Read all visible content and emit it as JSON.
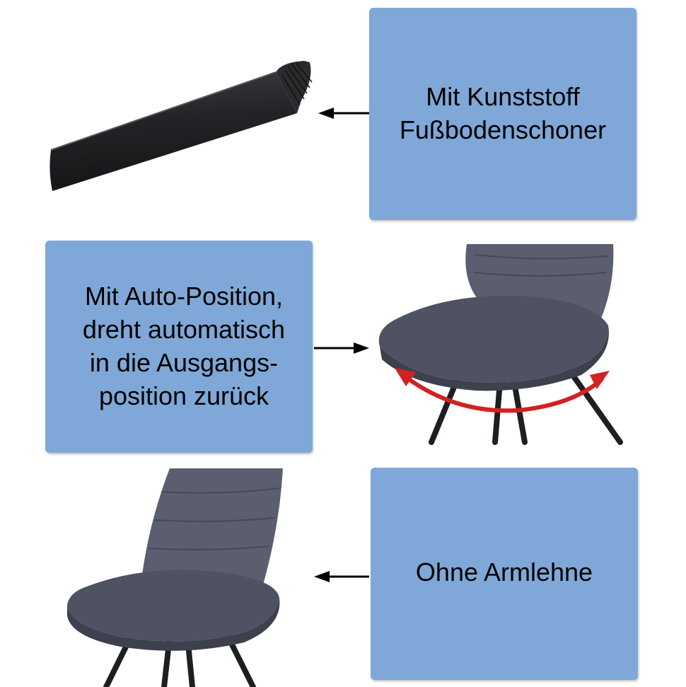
{
  "panels": {
    "floor_protector": {
      "lines": [
        "Mit Kunststoff",
        "Fußbodenschoner"
      ]
    },
    "auto_position": {
      "lines": [
        "Mit Auto-Position,",
        "dreht automatisch",
        "in die Ausgangs-",
        "position zurück"
      ]
    },
    "no_armrest": {
      "lines": [
        "Ohne Armlehne"
      ]
    }
  },
  "colors": {
    "panel_bg": "#7fa8d8",
    "fabric": "#4e5262",
    "metal": "#1e1f22",
    "rotation_arrow": "#d42020"
  },
  "icons": [
    "arrow-left-icon",
    "arrow-right-icon",
    "rotation-arrow-icon"
  ]
}
